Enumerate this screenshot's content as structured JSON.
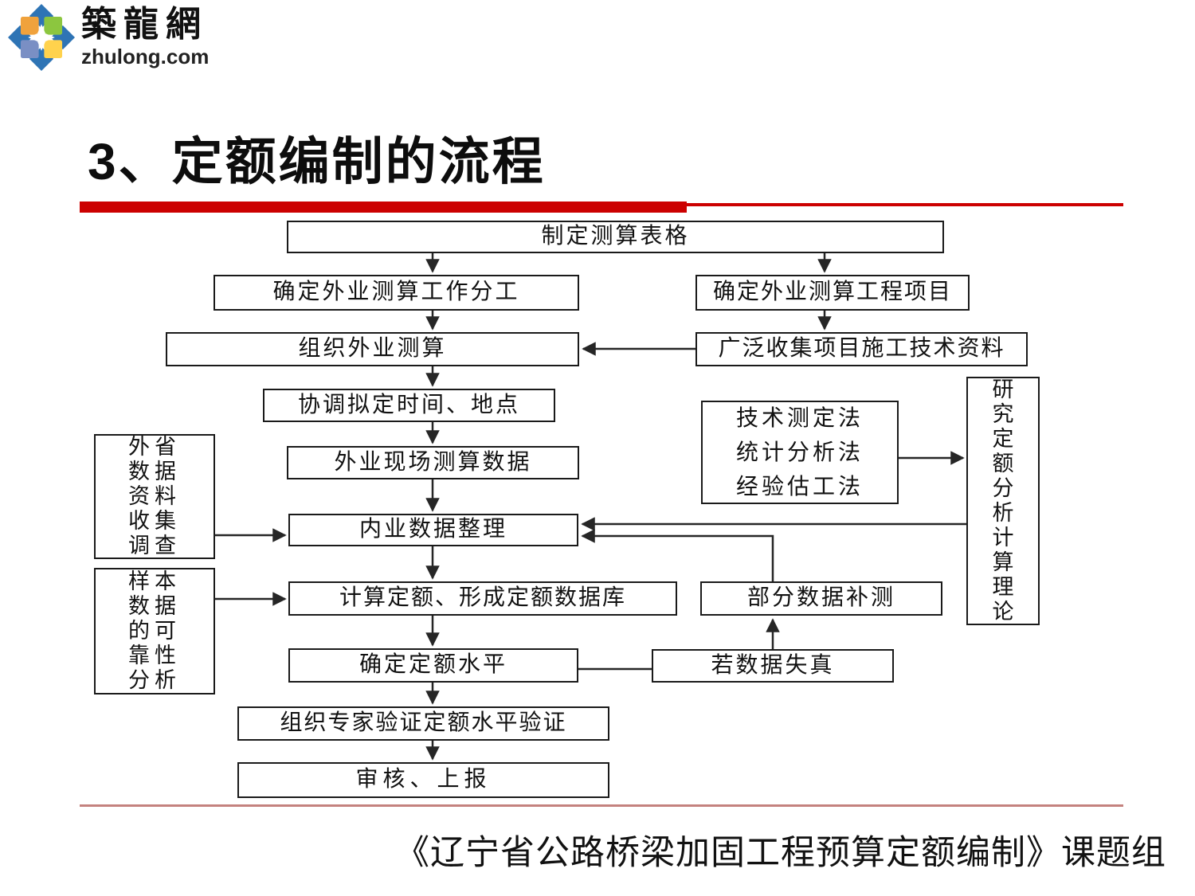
{
  "logo": {
    "site_name": "築龍網",
    "site_url": "zhulong.com"
  },
  "title": "3、定额编制的流程",
  "flow": {
    "nodes": {
      "make_form": "制定测算表格",
      "assign_fieldwork": "确定外业测算工作分工",
      "define_projects": "确定外业测算工程项目",
      "organize_survey": "组织外业测算",
      "collect_tech_info": "广泛收集项目施工技术资料",
      "schedule_time_place": "协调拟定时间、地点",
      "field_data": "外业现场测算数据",
      "out_province_data": "外省\n数据\n资料\n收集\n调查",
      "sample_reliability": "样本\n数据\n的可\n靠性\n分析",
      "indoor_data": "内业数据整理",
      "calc_quota": "计算定额、形成定额数据库",
      "quota_level": "确定定额水平",
      "expert_verify": "组织专家验证定额水平验证",
      "review_report": "审核、上报",
      "methods": "技术测定法\n统计分析法\n经验估工法",
      "theory": "研\n究\n定\n额\n分\n析\n计\n算\n理\n论",
      "partial_resurvey": "部分数据补测",
      "data_distortion": "若数据失真"
    }
  },
  "footer": "《辽宁省公路桥梁加固工程预算定额编制》课题组",
  "colors": {
    "accent_red": "#cc0000",
    "footer_divider": "#c4827e",
    "box_border": "#1a1a1a",
    "logo_blue": "#2e74b5",
    "logo_orange": "#f0a23c",
    "logo_green": "#8cc63f",
    "logo_slate": "#7a8fc4",
    "logo_yellow": "#ffd24d"
  }
}
